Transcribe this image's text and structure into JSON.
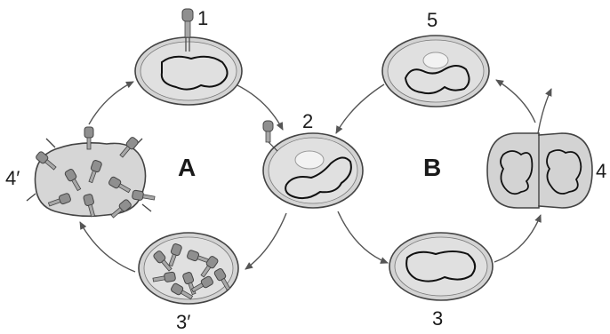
{
  "labels": {
    "cycle_a": "A",
    "cycle_b": "B",
    "stage_1": "1",
    "stage_2": "2",
    "stage_3": "3",
    "stage_4": "4",
    "stage_5": "5",
    "stage_3_prime": "3′",
    "stage_4_prime": "4′"
  },
  "colors": {
    "cell_fill": "#d3d3d3",
    "cell_inner": "#e6e6e6",
    "outline": "#444444",
    "dna": "#111111",
    "arrow": "#555555",
    "phage": "#8f8f8f"
  }
}
